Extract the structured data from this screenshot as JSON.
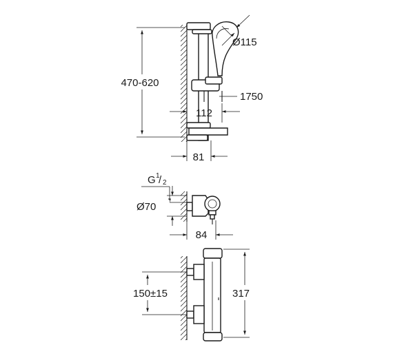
{
  "top_view": {
    "dim_height": "470-620",
    "dim_handshower_diameter": "Ø115",
    "dim_hose_length": "1750",
    "dim_projection": "112",
    "dim_rail_depth": "81"
  },
  "middle_view": {
    "thread_main": "G",
    "thread_frac_num": "1",
    "thread_frac_den": "2",
    "dim_rosette_diameter": "Ø70",
    "dim_depth": "84"
  },
  "bottom_view": {
    "dim_centres": "150±15",
    "dim_length": "317"
  },
  "colors": {
    "line": "#1a1a1a",
    "background": "#ffffff"
  }
}
